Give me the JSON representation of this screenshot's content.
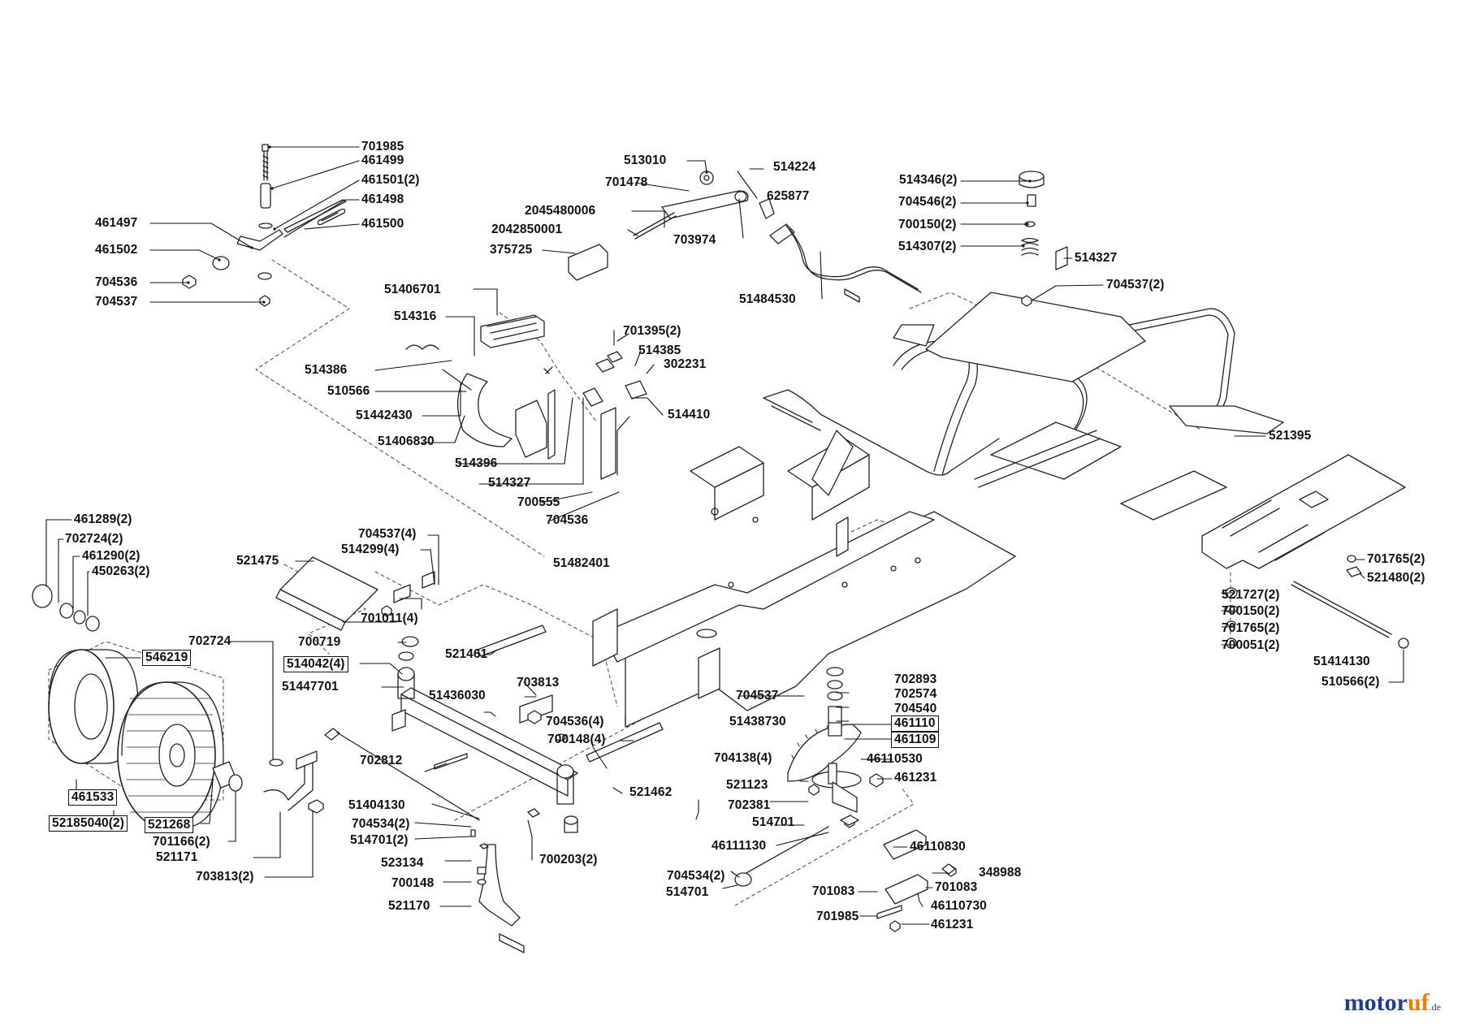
{
  "brand": {
    "part1": "motor",
    "part2": "uf",
    "part3": ".de"
  },
  "parts": [
    "701985",
    "461499",
    "461501(2)",
    "461498",
    "461500",
    "461497",
    "461502",
    "704536",
    "704537",
    "513010",
    "514224",
    "701478",
    "625877",
    "2045480006",
    "2042850001",
    "375725",
    "703974",
    "51484530",
    "514346(2)",
    "704546(2)",
    "700150(2)",
    "514307(2)",
    "514327",
    "704537(2)",
    "51406701",
    "514316",
    "701395(2)",
    "514385",
    "302231",
    "514386",
    "510566",
    "51442430",
    "514410",
    "51406830",
    "514396",
    "514327",
    "700555",
    "704536",
    "521395",
    "461289(2)",
    "702724(2)",
    "461290(2)",
    "450263(2)",
    "704537(4)",
    "514299(4)",
    "521475",
    "51482401",
    "701011(4)",
    "701765(2)",
    "521480(2)",
    "521727(2)",
    "700150(2)",
    "701765(2)",
    "700051(2)",
    "51414130",
    "510566(2)",
    "702724",
    "700719",
    "546219",
    "514042(4)",
    "521461",
    "51447701",
    "703813",
    "51436030",
    "702893",
    "702574",
    "704537",
    "704540",
    "51438730",
    "461110",
    "461109",
    "704536(4)",
    "700148(4)",
    "704138(4)",
    "46110530",
    "702812",
    "461533",
    "461231",
    "521123",
    "521462",
    "702381",
    "51404130",
    "514701",
    "704534(2)",
    "514701(2)",
    "46111130",
    "46110830",
    "52185040(2)",
    "521268",
    "701166(2)",
    "700203(2)",
    "521171",
    "523134",
    "348988",
    "704534(2)",
    "514701",
    "701083",
    "701083",
    "46110730",
    "700148",
    "703813(2)",
    "701985",
    "461231",
    "521170"
  ]
}
